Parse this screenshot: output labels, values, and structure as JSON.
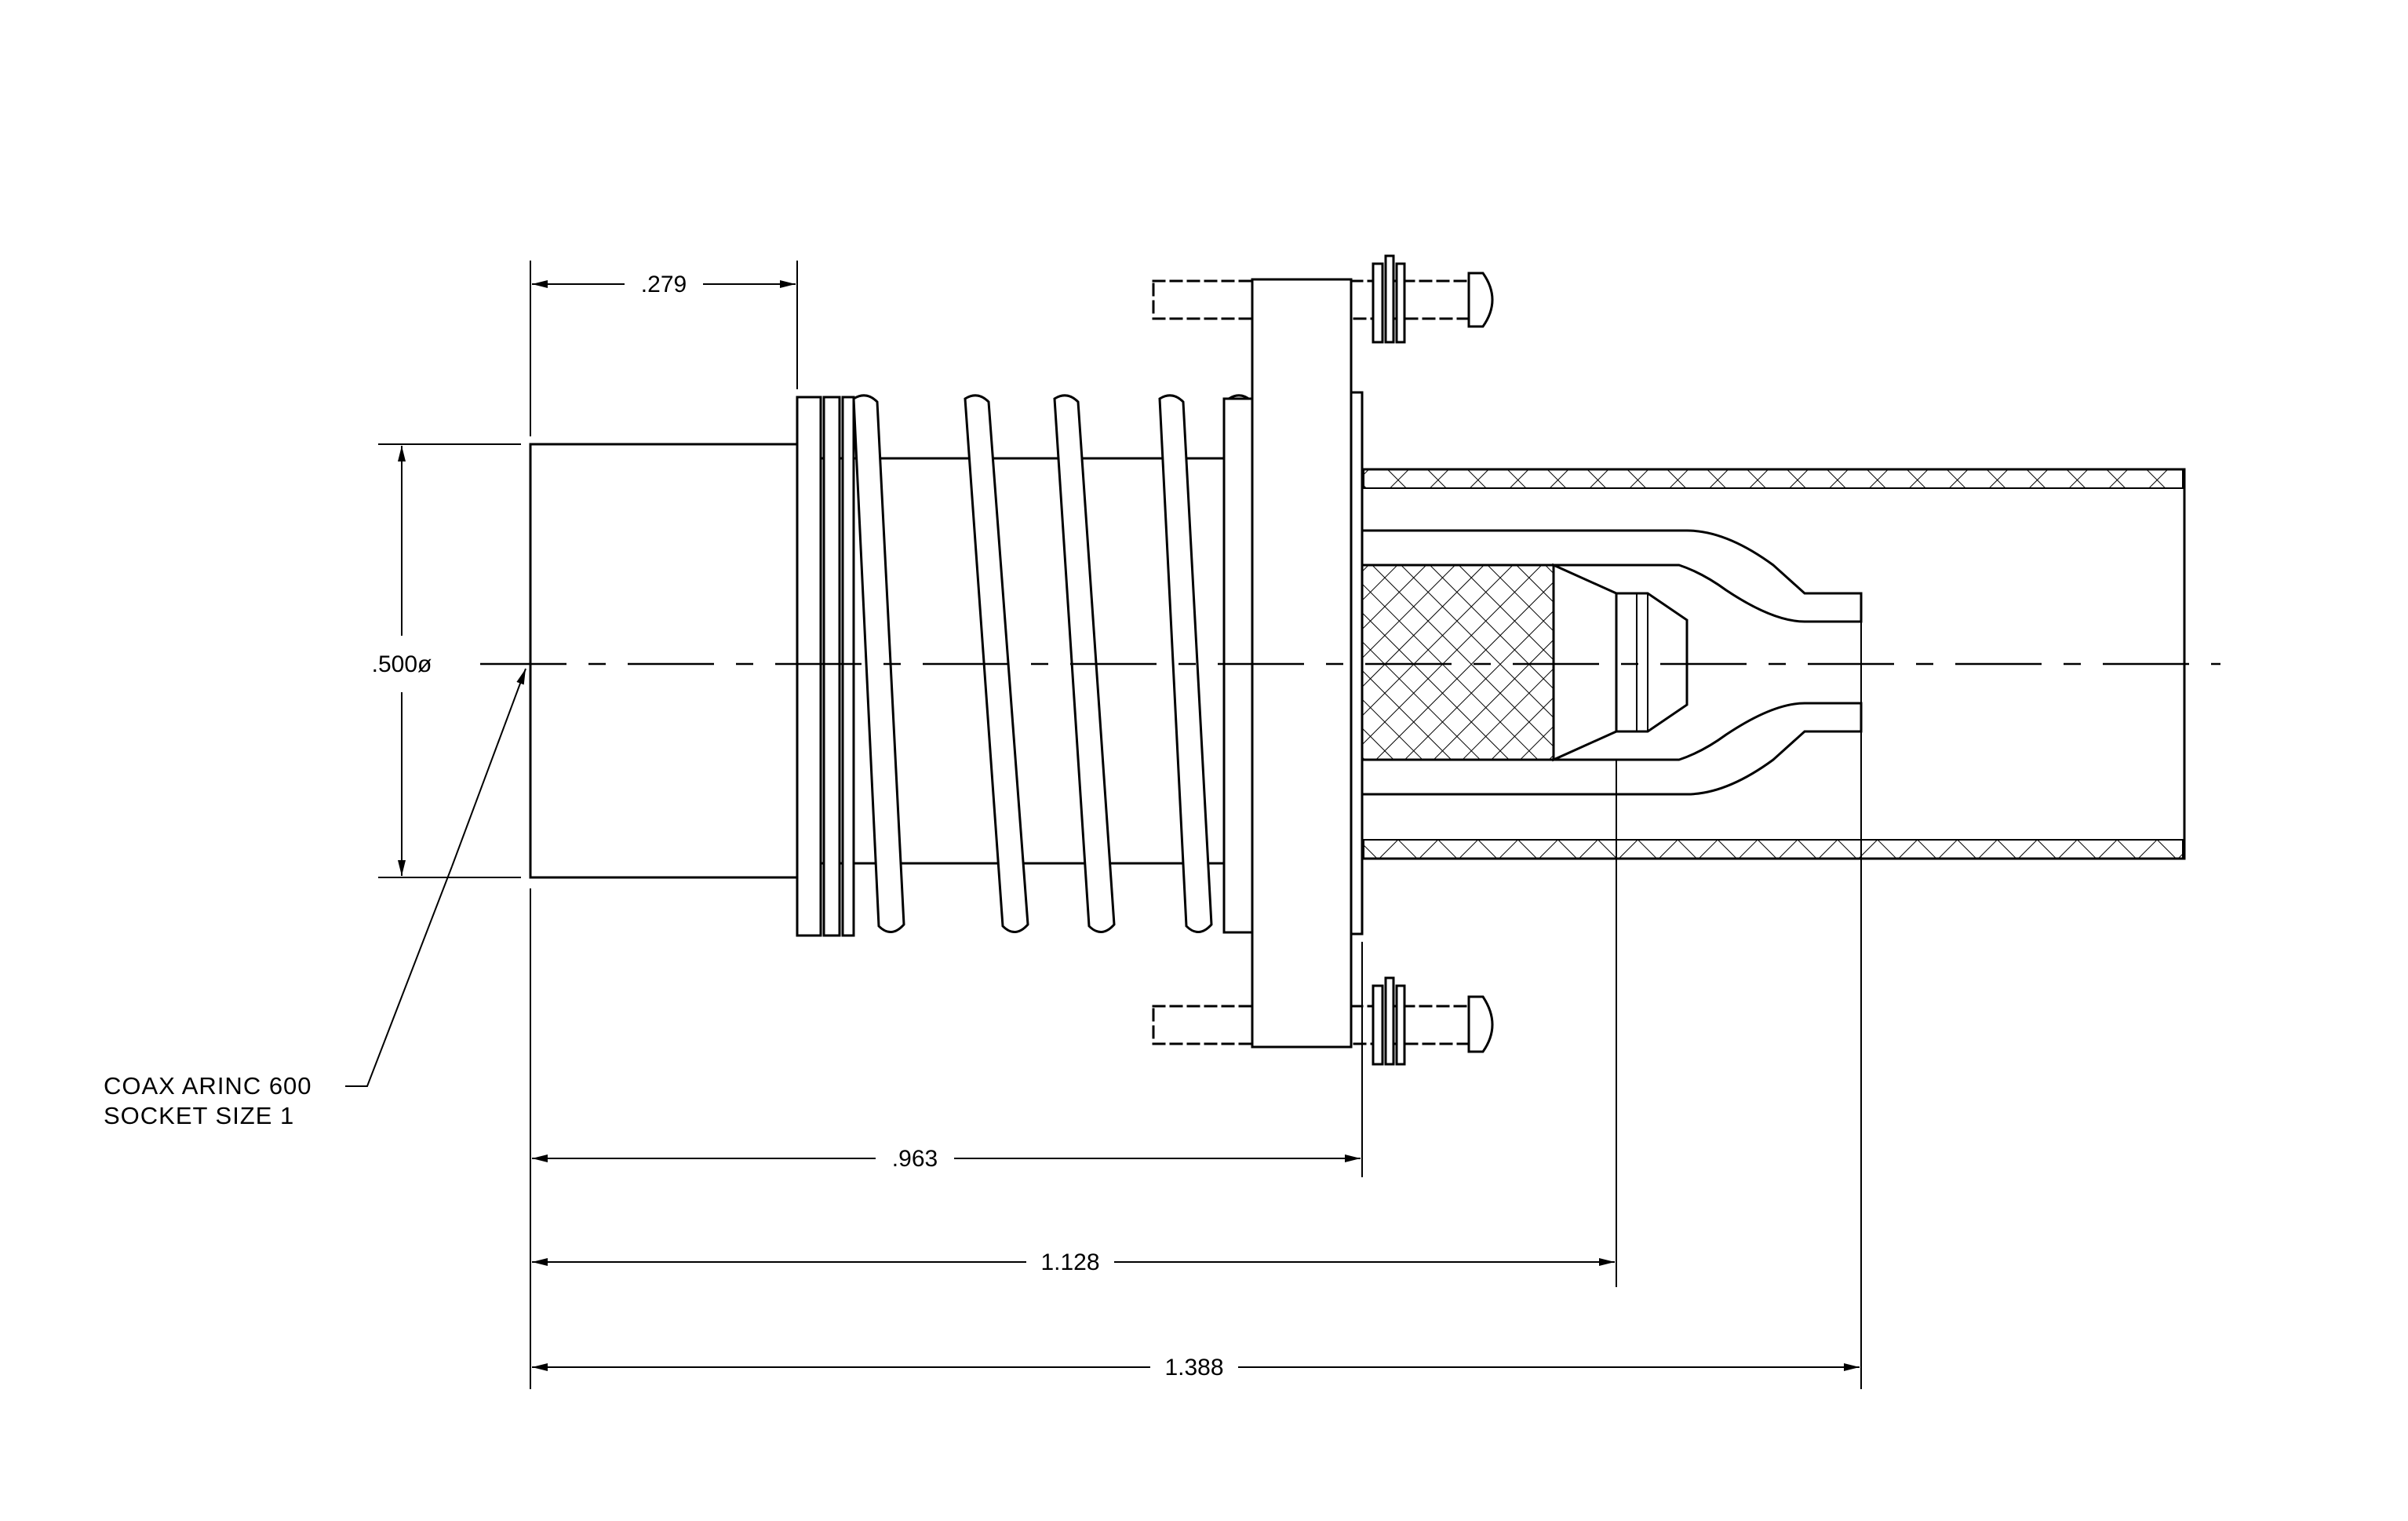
{
  "drawing": {
    "dimensions": {
      "d279": ".279",
      "d500": ".500ø",
      "d963": ".963",
      "d1128": "1.128",
      "d1388": "1.388"
    },
    "note": {
      "line1": "COAX ARINC 600",
      "line2": "SOCKET SIZE 1"
    }
  }
}
